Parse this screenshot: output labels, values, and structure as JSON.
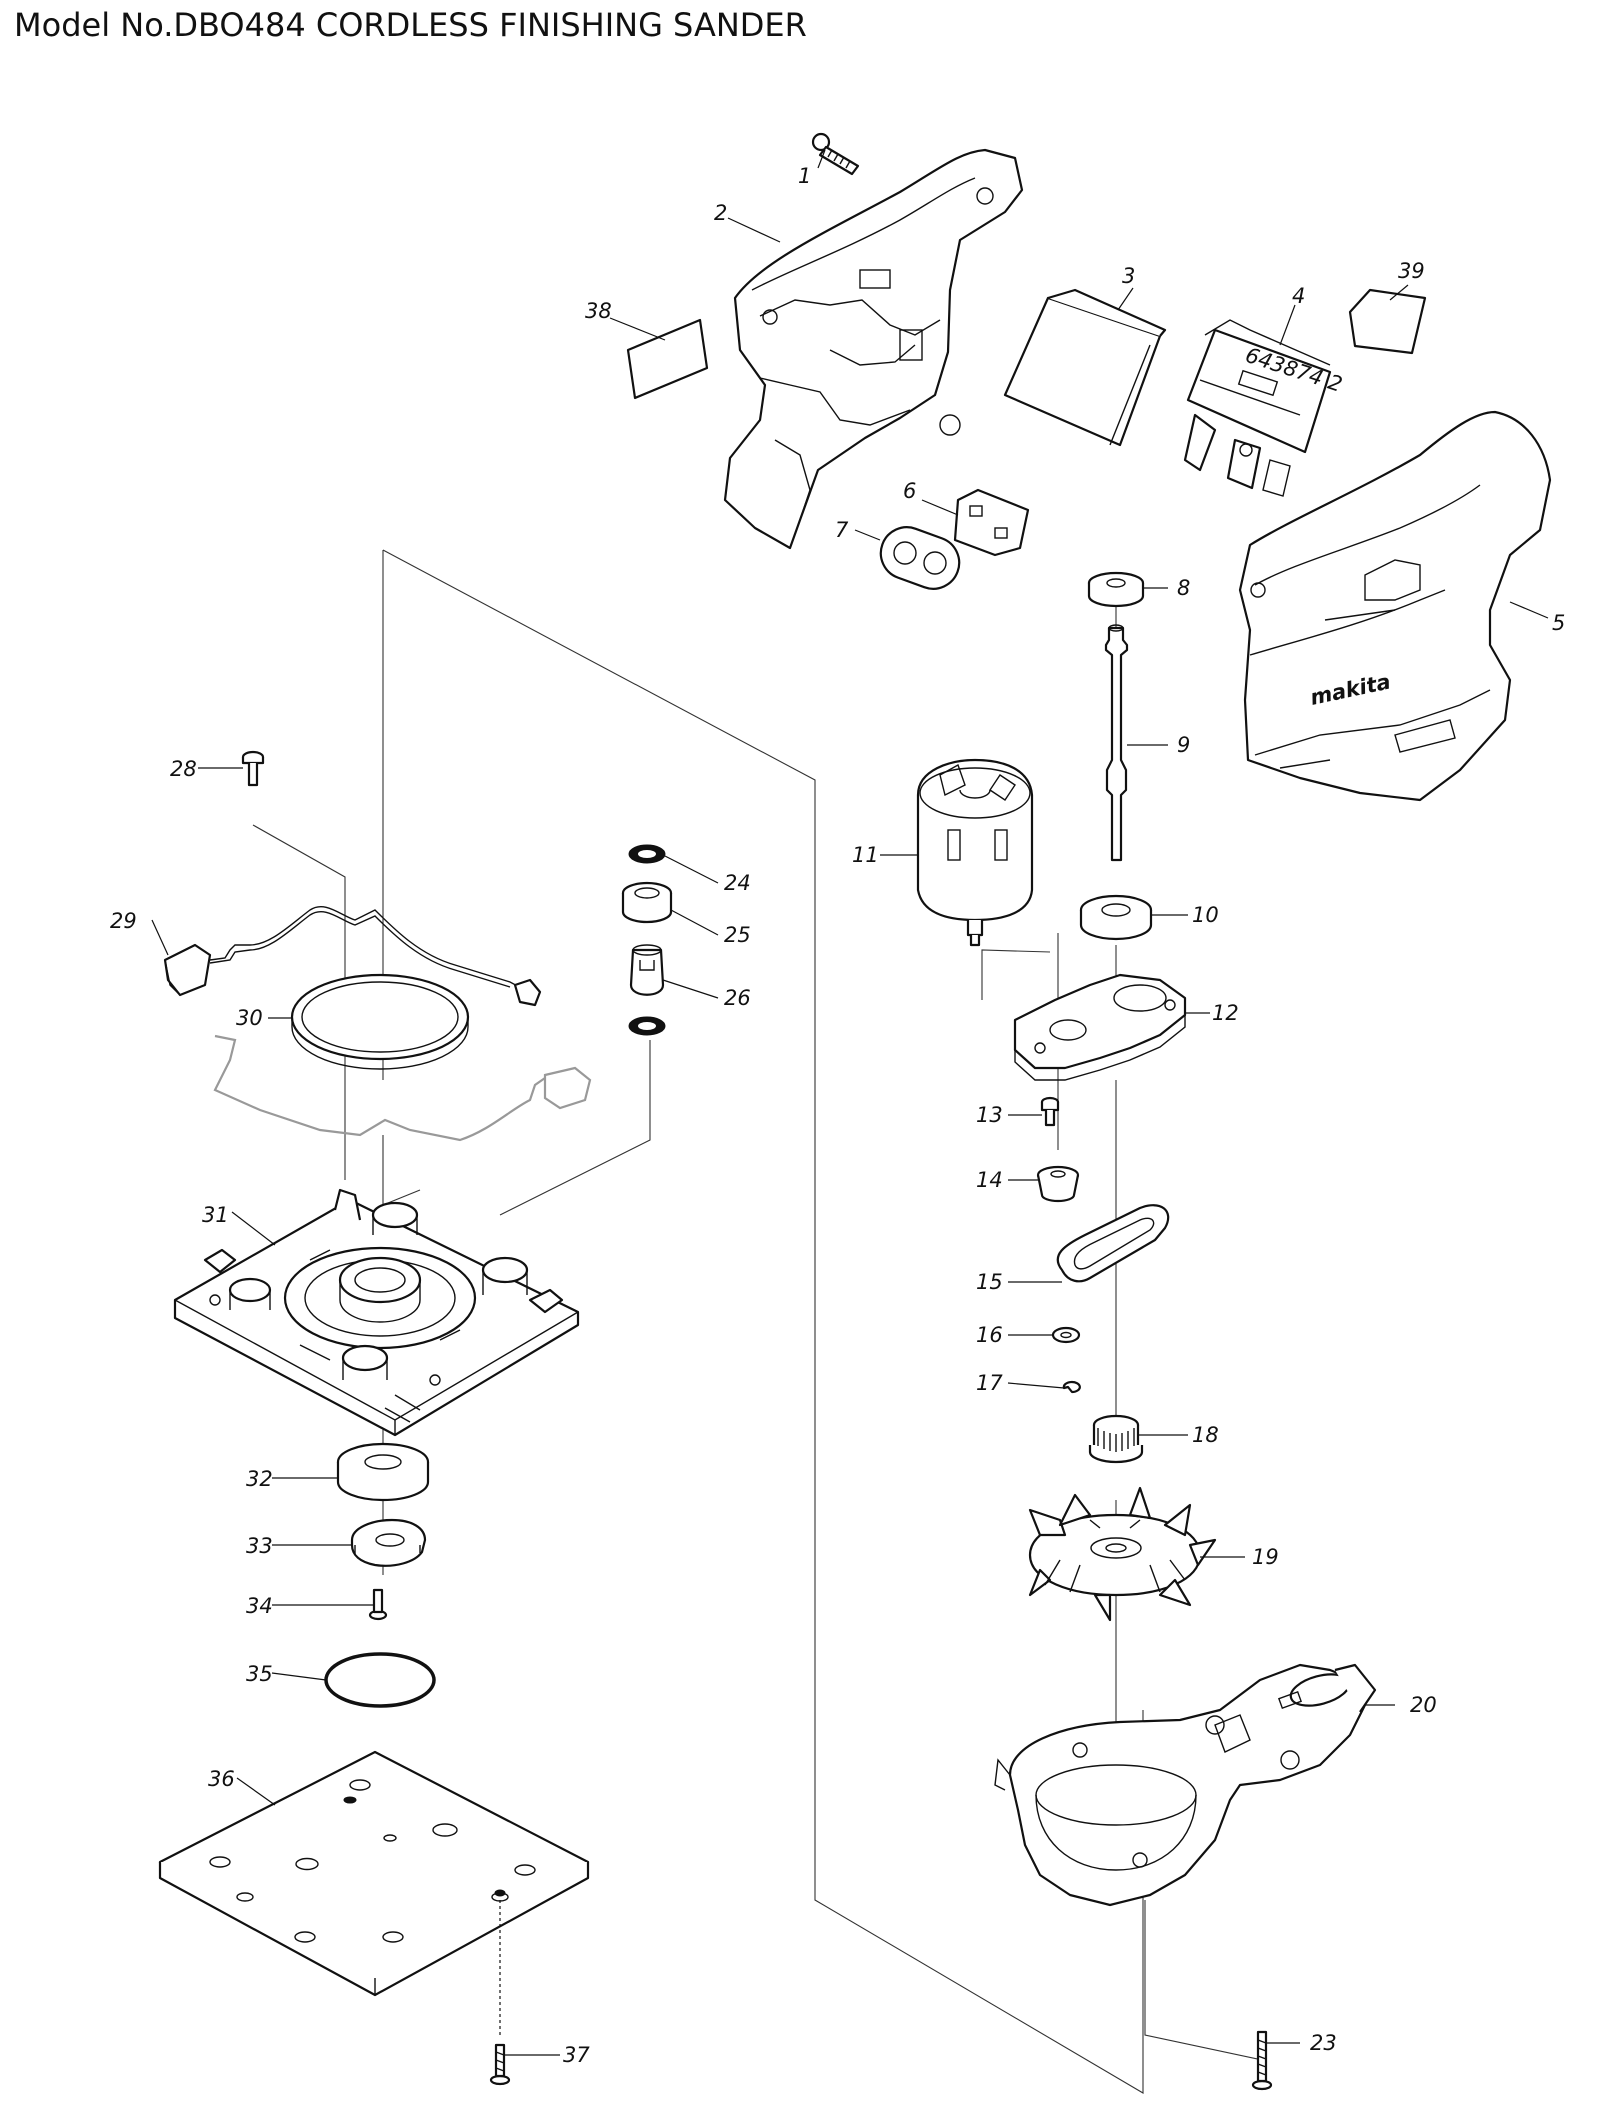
{
  "title": "Model No.DBO484 CORDLESS FINISHING SANDER",
  "parts": [
    {
      "id": "p1",
      "label": "1"
    },
    {
      "id": "p2",
      "label": "2"
    },
    {
      "id": "p3",
      "label": "3"
    },
    {
      "id": "p4",
      "label": "4"
    },
    {
      "id": "p5",
      "label": "5"
    },
    {
      "id": "p6",
      "label": "6"
    },
    {
      "id": "p7",
      "label": "7"
    },
    {
      "id": "p8",
      "label": "8"
    },
    {
      "id": "p9",
      "label": "9"
    },
    {
      "id": "p10",
      "label": "10"
    },
    {
      "id": "p11",
      "label": "11"
    },
    {
      "id": "p12",
      "label": "12"
    },
    {
      "id": "p13",
      "label": "13"
    },
    {
      "id": "p14",
      "label": "14"
    },
    {
      "id": "p15",
      "label": "15"
    },
    {
      "id": "p16",
      "label": "16"
    },
    {
      "id": "p17",
      "label": "17"
    },
    {
      "id": "p18",
      "label": "18"
    },
    {
      "id": "p19",
      "label": "19"
    },
    {
      "id": "p20",
      "label": "20"
    },
    {
      "id": "p23",
      "label": "23"
    },
    {
      "id": "p24",
      "label": "24"
    },
    {
      "id": "p25",
      "label": "25"
    },
    {
      "id": "p26",
      "label": "26"
    },
    {
      "id": "p28",
      "label": "28"
    },
    {
      "id": "p29",
      "label": "29"
    },
    {
      "id": "p30",
      "label": "30"
    },
    {
      "id": "p31",
      "label": "31"
    },
    {
      "id": "p32",
      "label": "32"
    },
    {
      "id": "p33",
      "label": "33"
    },
    {
      "id": "p34",
      "label": "34"
    },
    {
      "id": "p35",
      "label": "35"
    },
    {
      "id": "p36",
      "label": "36"
    },
    {
      "id": "p37",
      "label": "37"
    },
    {
      "id": "p38",
      "label": "38"
    },
    {
      "id": "p39",
      "label": "39"
    }
  ],
  "markings": {
    "brand": "makita",
    "switch_code": "643874 2"
  }
}
